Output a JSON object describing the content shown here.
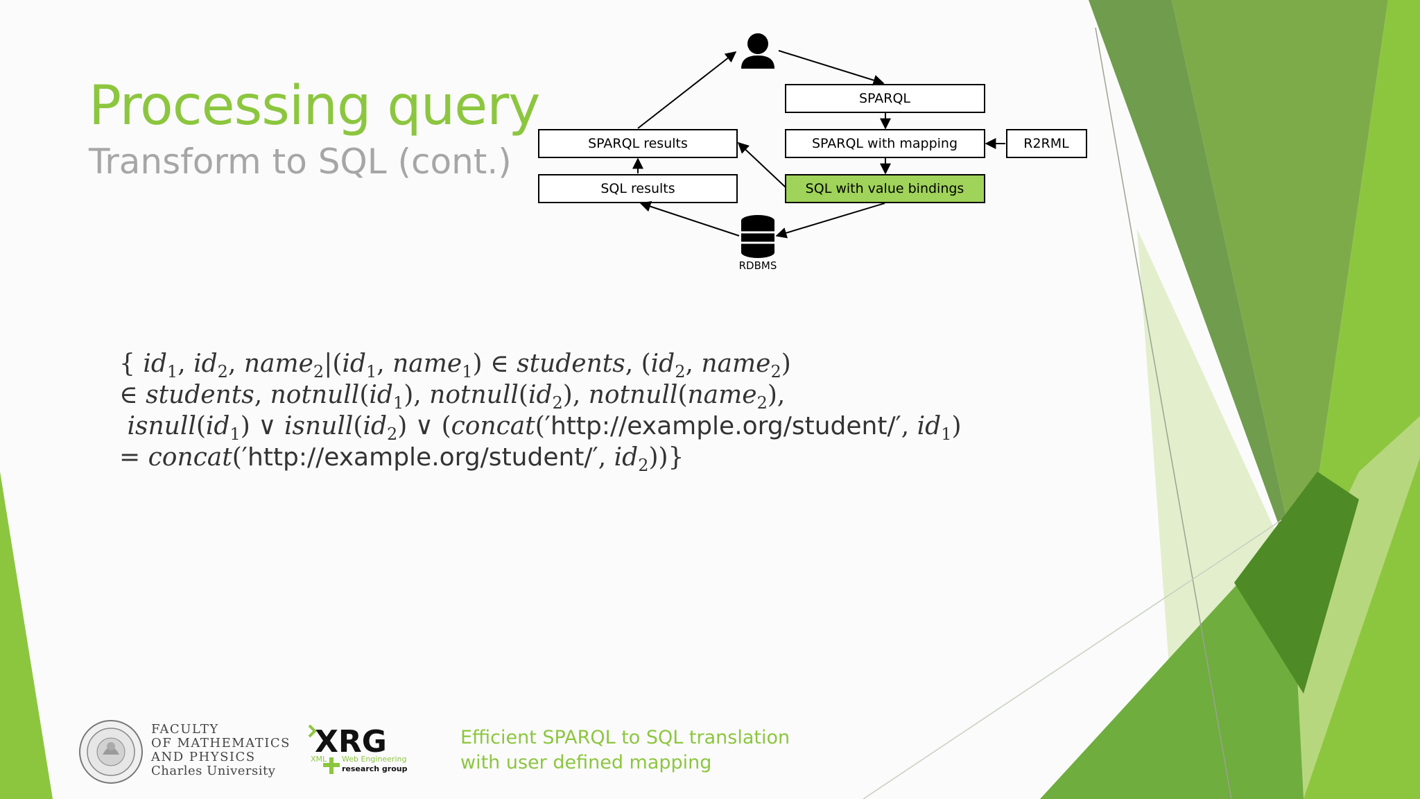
{
  "slide": {
    "title": "Processing query",
    "subtitle": "Transform to SQL (cont.)"
  },
  "diagram": {
    "nodes": {
      "sparql": "SPARQL",
      "sparql_mapping": "SPARQL with mapping",
      "r2rml": "R2RML",
      "sql_bindings": "SQL with value bindings",
      "sparql_results": "SPARQL results",
      "sql_results": "SQL results",
      "rdbms": "RDBMS"
    },
    "icons": {
      "user": "user-icon",
      "database": "database-icon"
    },
    "highlight_color": "#9fd35a"
  },
  "formula": {
    "url": "http://example.org/student/"
  },
  "footer": {
    "faculty_line1": "FACULTY",
    "faculty_line2": "OF MATHEMATICS",
    "faculty_line3": "AND PHYSICS",
    "faculty_line4": "Charles University",
    "xrg_logo_text": "XRG",
    "xrg_sub1": "XML",
    "xrg_sub2": "Web Engineering",
    "xrg_sub3": "research group",
    "caption_line1": "Efficient SPARQL to SQL translation",
    "caption_line2": "with user defined mapping"
  },
  "colors": {
    "accent": "#8cc63f",
    "subtitle": "#a6a6a6",
    "text": "#333333"
  }
}
